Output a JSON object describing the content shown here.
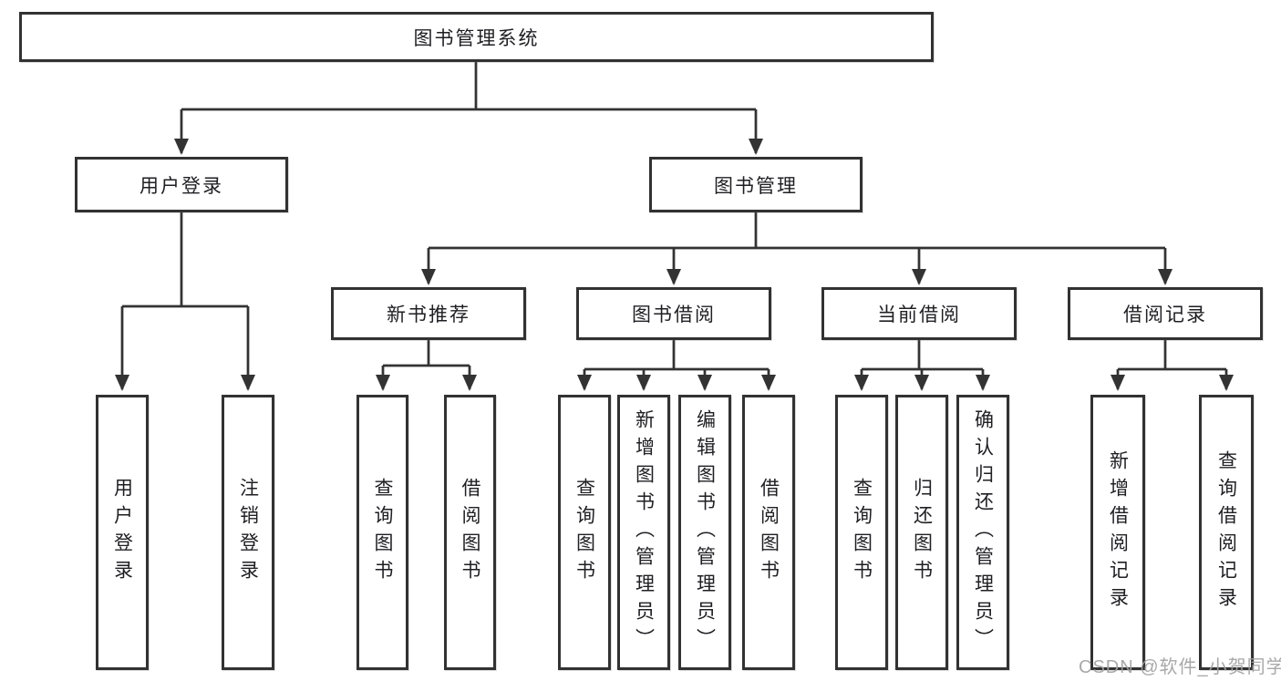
{
  "tree": {
    "label": "图书管理系统",
    "children": [
      {
        "label": "用户登录",
        "children": [
          {
            "label": "用户登录"
          },
          {
            "label": "注销登录"
          }
        ]
      },
      {
        "label": "图书管理",
        "children": [
          {
            "label": "新书推荐",
            "children": [
              {
                "label": "查询图书"
              },
              {
                "label": "借阅图书"
              }
            ]
          },
          {
            "label": "图书借阅",
            "children": [
              {
                "label": "查询图书"
              },
              {
                "label": "新增图书（管理员）"
              },
              {
                "label": "编辑图书（管理员）"
              },
              {
                "label": "借阅图书"
              }
            ]
          },
          {
            "label": "当前借阅",
            "children": [
              {
                "label": "查询图书"
              },
              {
                "label": "归还图书"
              },
              {
                "label": "确认归还（管理员）"
              }
            ]
          },
          {
            "label": "借阅记录",
            "children": [
              {
                "label": "新增借阅记录"
              },
              {
                "label": "查询借阅记录"
              }
            ]
          }
        ]
      }
    ]
  },
  "watermark": "CSDN @软件_小贺同学",
  "colors": {
    "line": "#333333",
    "border": "#323232",
    "text": "#1f1f23",
    "watermark": "#a2a2a2"
  }
}
